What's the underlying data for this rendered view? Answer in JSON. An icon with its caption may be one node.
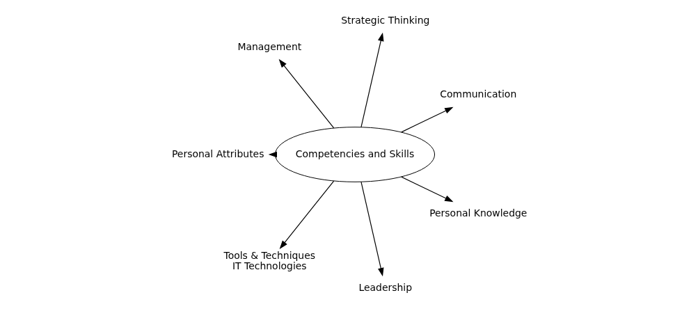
{
  "diagram": {
    "nodes": [
      {
        "text": [
          "Competencies and Skills"
        ]
      },
      {
        "text": [
          "Communication"
        ]
      },
      {
        "text": [
          "Strategic Thinking"
        ]
      },
      {
        "text": [
          "Management"
        ]
      },
      {
        "text": [
          "Personal Attributes"
        ]
      },
      {
        "text": [
          "Tools & Techniques",
          "IT Technologies"
        ]
      },
      {
        "text": [
          "Leadership"
        ]
      },
      {
        "text": [
          "Personal Knowledge"
        ]
      }
    ],
    "edges": [
      {
        "from": 0,
        "to": 1,
        "arrow": "to"
      },
      {
        "from": 0,
        "to": 2,
        "arrow": "to"
      },
      {
        "from": 0,
        "to": 3,
        "arrow": "to"
      },
      {
        "from": 0,
        "to": 4,
        "arrow": "to"
      },
      {
        "from": 0,
        "to": 5,
        "arrow": "to"
      },
      {
        "from": 0,
        "to": 6,
        "arrow": "to"
      },
      {
        "from": 0,
        "to": 7,
        "arrow": "to"
      }
    ]
  }
}
